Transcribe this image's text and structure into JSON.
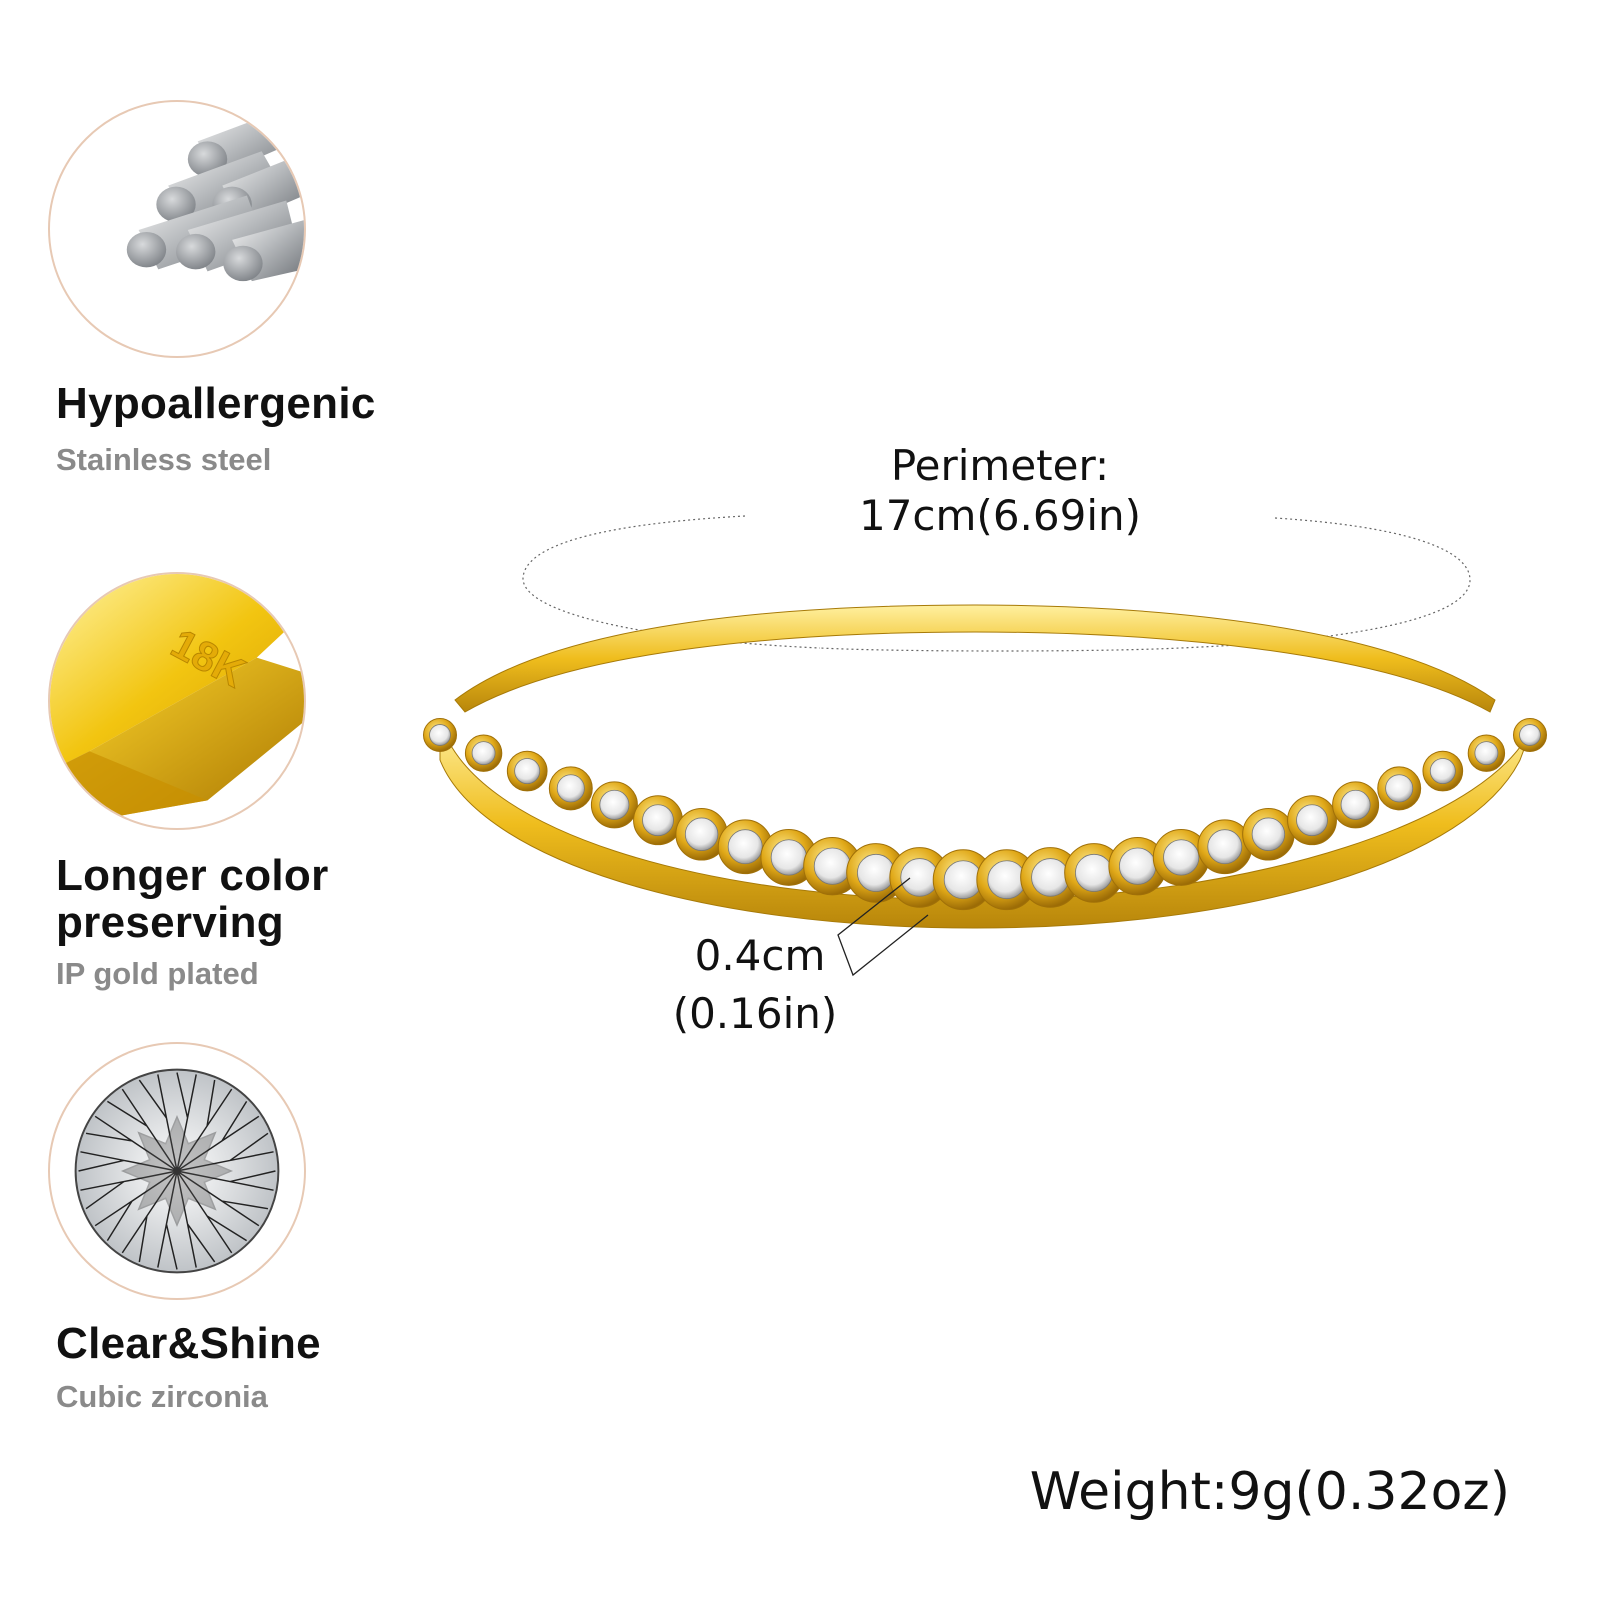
{
  "features": [
    {
      "icon": "steel-rods-icon",
      "title_line1": "Hypoallergenic",
      "title_line2": "",
      "subtitle": "Stainless steel"
    },
    {
      "icon": "gold-bar-icon",
      "badge_text": "18K",
      "title_line1": "Longer color",
      "title_line2": "preserving",
      "subtitle": "IP gold plated"
    },
    {
      "icon": "diamond-icon",
      "title_line1": "Clear&Shine",
      "title_line2": "",
      "subtitle": "Cubic zirconia"
    }
  ],
  "specs": {
    "perimeter_label": "Perimeter:",
    "perimeter_value": "17cm(6.69in)",
    "width_value": "0.4cm",
    "width_value_in": "(0.16in)",
    "weight": "Weight:9g(0.32oz)"
  },
  "colors": {
    "gold": "#e8b812",
    "gold_dark": "#b8860b",
    "circle_border": "#e7c9b4"
  }
}
